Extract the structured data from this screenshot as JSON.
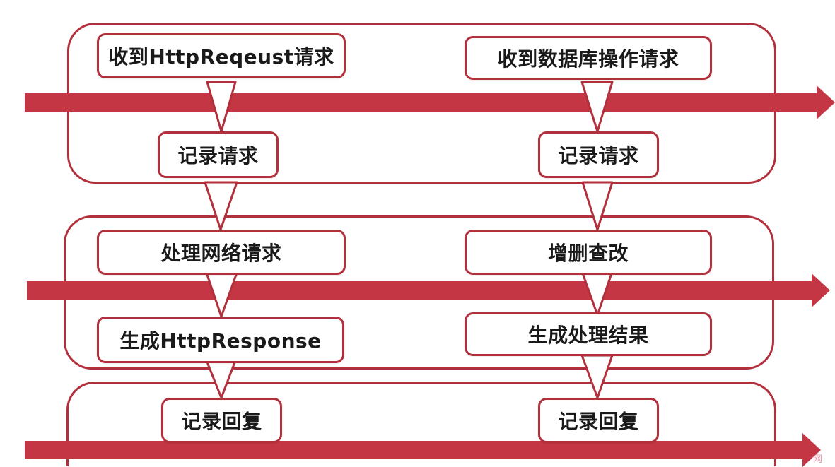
{
  "lanes": {
    "top": {
      "left_steps": [
        "收到HttpReqeust请求",
        "记录请求"
      ],
      "right_steps": [
        "收到数据库操作请求",
        "记录请求"
      ]
    },
    "middle": {
      "left_steps": [
        "处理网络请求",
        "生成HttpResponse"
      ],
      "right_steps": [
        "增删查改",
        "生成处理结果"
      ]
    },
    "bottom": {
      "left_steps": [
        "记录回复"
      ],
      "right_steps": [
        "记录回复"
      ]
    }
  },
  "colors": {
    "accent": "#c43644",
    "border": "#b22f3c"
  },
  "watermark": "网"
}
